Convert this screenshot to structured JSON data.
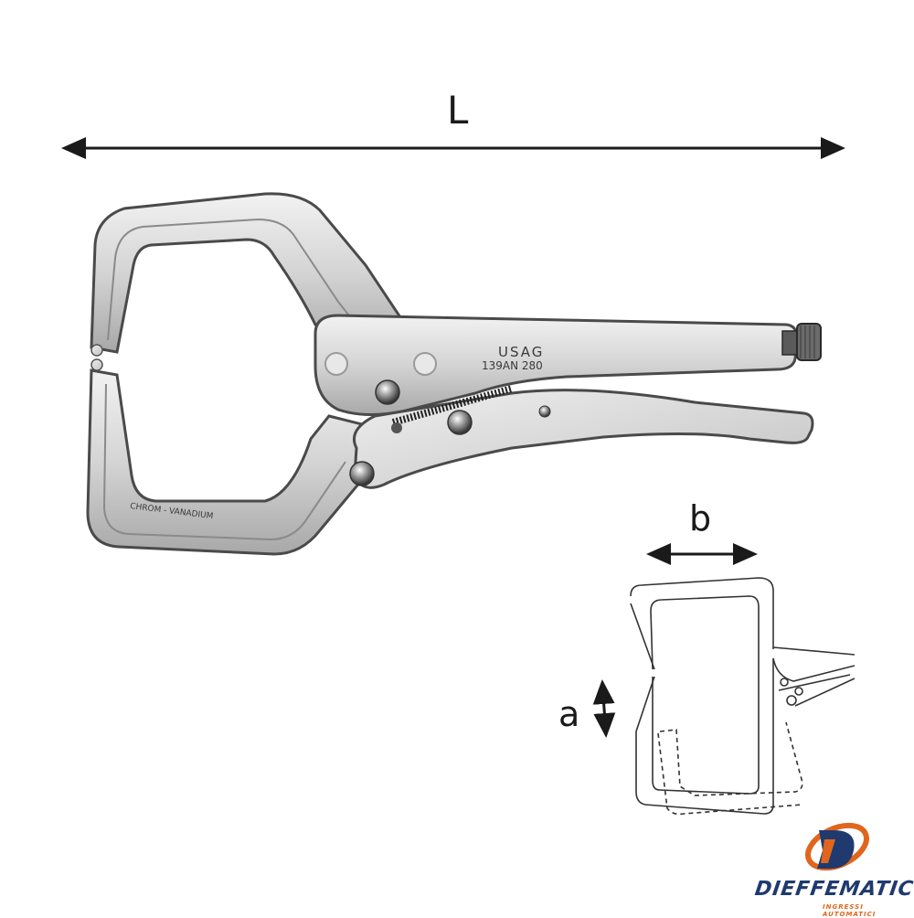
{
  "dimensions": {
    "length_label": "L",
    "width_label": "b",
    "depth_label": "a"
  },
  "tool": {
    "brand_engraving": "USAG",
    "model_engraving": "139AN 280",
    "material_engraving": "CHROM - VANADIUM"
  },
  "logo": {
    "name": "DIEFFEMATIC",
    "tagline": "INGRESSI AUTOMATICI",
    "colors": {
      "primary": "#1f3a6e",
      "accent": "#e0661d"
    }
  },
  "colors": {
    "background": "#ffffff",
    "metal_light": "#e6e6e6",
    "metal_mid": "#bdbdbd",
    "metal_dark": "#4a4a4a",
    "line": "#1a1a1a"
  }
}
